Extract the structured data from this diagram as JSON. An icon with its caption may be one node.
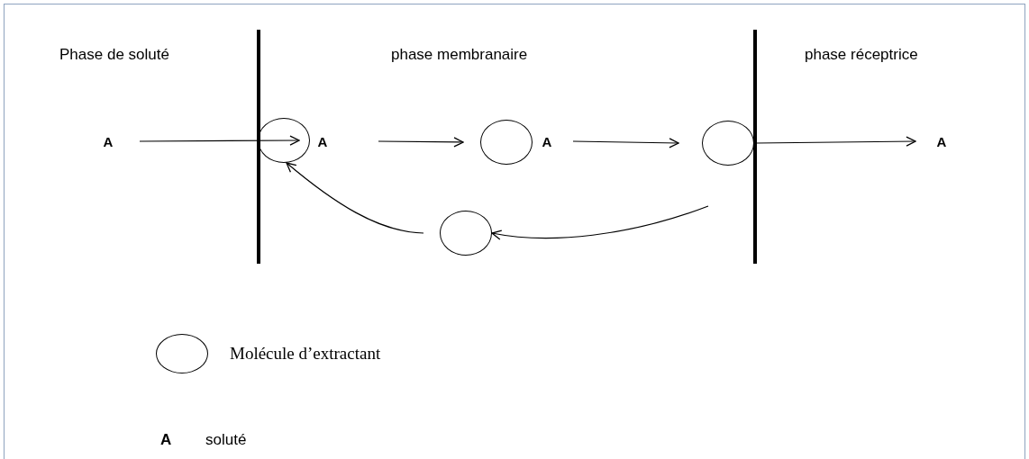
{
  "diagram": {
    "nodes": [
      {
        "text": [
          "A"
        ]
      },
      {
        "text": [],
        "shape": "circle"
      },
      {
        "text": [
          "A"
        ]
      },
      {
        "text": [],
        "shape": "circle"
      },
      {
        "text": [
          "A"
        ]
      },
      {
        "text": [],
        "shape": "circle"
      },
      {
        "text": [
          "A"
        ]
      },
      {
        "text": [],
        "shape": "circle"
      }
    ],
    "edges": [
      {
        "from": 0,
        "to": 1,
        "arrow": "to"
      },
      {
        "from": 2,
        "to": 3,
        "arrow": "to"
      },
      {
        "from": 4,
        "to": 5,
        "arrow": "to"
      },
      {
        "from": 5,
        "to": 6,
        "arrow": "to"
      },
      {
        "from": null,
        "to": 7,
        "arrow": "to"
      },
      {
        "from": 7,
        "to": 1,
        "arrow": "to"
      }
    ],
    "labels": [
      "Phase de soluté",
      "phase membranaire",
      "phase réceptrice",
      "A"
    ],
    "legend": [
      {
        "text": "Molécule d’extractant"
      },
      {
        "text": "soluté"
      }
    ]
  }
}
